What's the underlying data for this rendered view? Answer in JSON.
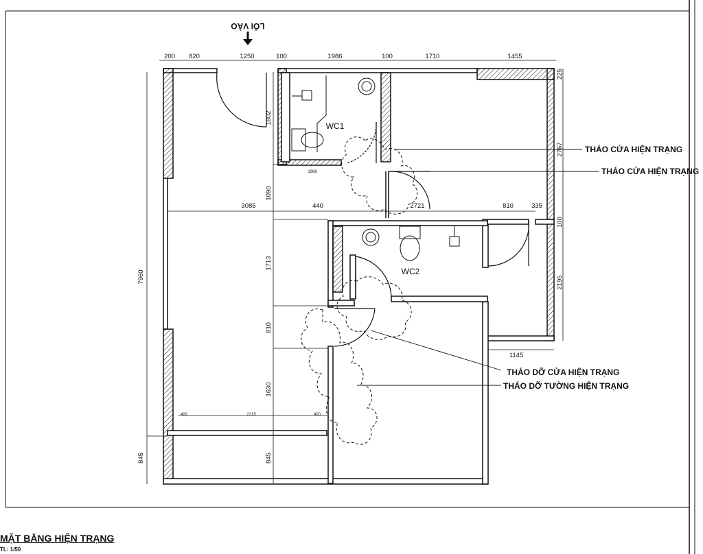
{
  "entrance": {
    "label": "LỐI VÀO"
  },
  "rooms": {
    "wc1": "WC1",
    "wc2": "WC2"
  },
  "annotations": {
    "remove_door_1": "THÁO CỬA HIỆN TRẠNG",
    "remove_door_2": "THÁO CỬA HIỆN TRẠNG",
    "remove_door_3": "THÁO DỠ CỬA HIỆN TRẠNG",
    "remove_wall": "THÁO DỠ TƯỜNG HIỆN TRẠNG"
  },
  "dimensions": {
    "top": [
      "200",
      "820",
      "1250",
      "100",
      "1986",
      "100",
      "1710",
      "1455"
    ],
    "left_total": "7960",
    "left_bottom": "845",
    "inner_vertical": [
      "1802",
      "1090",
      "1713",
      "810",
      "1630",
      "845"
    ],
    "mid_row": [
      "3085",
      "440",
      "2721",
      "810",
      "335"
    ],
    "right": [
      "225",
      "2767",
      "100",
      "2195"
    ],
    "right_bottom": "1145",
    "wc1_width": "1986",
    "bottom_row": [
      "400",
      "2215",
      "400"
    ]
  },
  "title": {
    "text": "MẶT BẰNG HIỆN TRẠNG",
    "scale": "TL: 1/50"
  },
  "colors": {
    "line": "#111111",
    "wall_fill": "#ffffff",
    "background": "#ffffff"
  }
}
